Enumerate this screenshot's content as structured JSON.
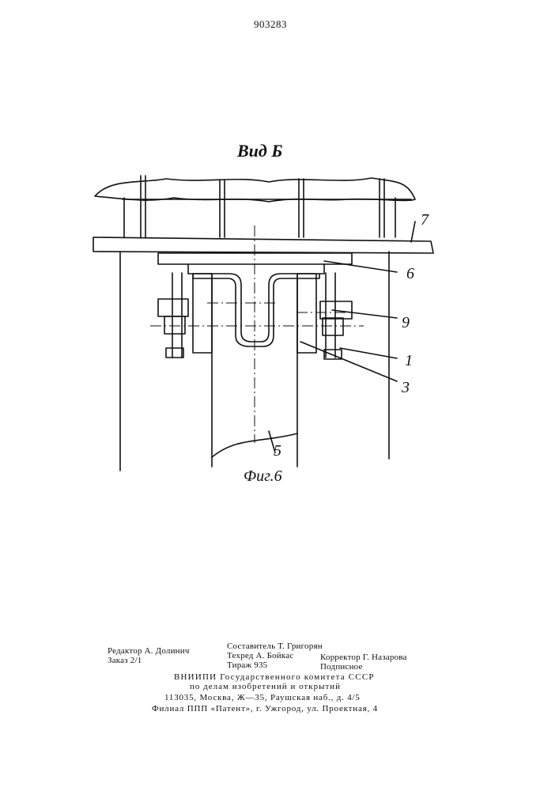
{
  "document": {
    "patent_number": "903283",
    "view_label": "Вид Б",
    "figure_label": "Фиг.6",
    "callouts": [
      "7",
      "6",
      "9",
      "1",
      "3",
      "5"
    ]
  },
  "imprint": {
    "editor": "Редактор А. Долинич",
    "compiler": "Составитель Т. Григорян",
    "techred": "Техред А. Бойкас",
    "corrector": "Корректор Г. Назарова",
    "order": "Заказ 2/1",
    "circulation": "Тираж 935",
    "subscription": "Подписное",
    "org_line1": "ВНИИПИ Государственного комитета СССР",
    "org_line2": "по делам изобретений и открытий",
    "address": "113035, Москва, Ж—35, Раушская наб., д. 4/5",
    "branch": "Филиал ППП «Патент», г. Ужгород, ул. Проектная, 4"
  }
}
